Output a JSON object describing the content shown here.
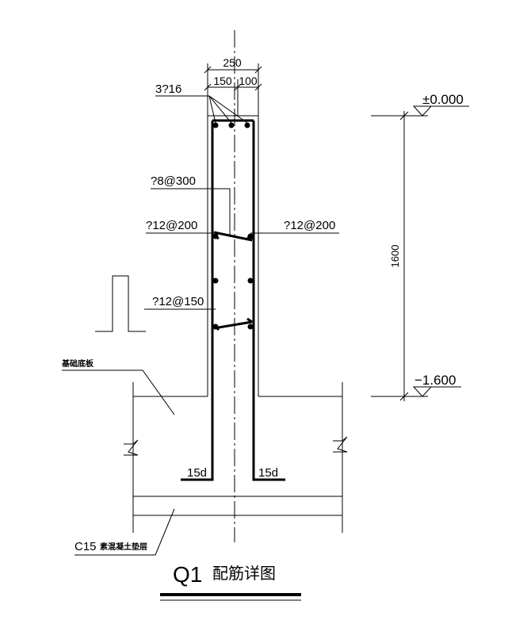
{
  "title": {
    "main": "Q1",
    "sub": "配筋详图"
  },
  "dimensions": {
    "wall_width": "250",
    "left_part": "150",
    "right_part": "100",
    "height": "1600"
  },
  "levels": {
    "top": "±0.000",
    "bottom": "−1.600"
  },
  "rebar_labels": {
    "top_bars": "3?16",
    "tie": "?8@300",
    "horizontal_left": "?12@200",
    "horizontal_right": "?12@200",
    "vertical": "?12@150",
    "anchor_left": "15d",
    "anchor_right": "15d"
  },
  "notes": {
    "foundation_slab": "基础底板",
    "cushion_prefix": "C15",
    "cushion_suffix": "素混凝土垫层"
  }
}
